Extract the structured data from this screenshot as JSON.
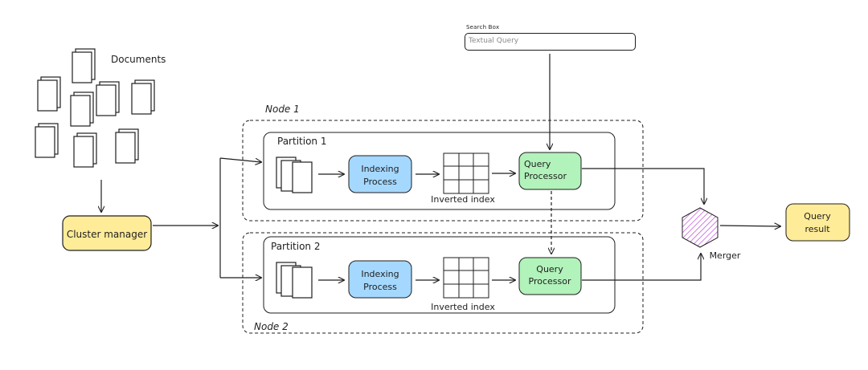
{
  "documents_label": "Documents",
  "cluster_manager_label": "Cluster manager",
  "search": {
    "label": "Search Box",
    "placeholder": "Textual Query"
  },
  "nodes": [
    {
      "label": "Node 1",
      "partition_label": "Partition 1",
      "indexing_label_line1": "Indexing",
      "indexing_label_line2": "Process",
      "inverted_index_label": "Inverted index",
      "query_processor_line1": "Query",
      "query_processor_line2": "Processor"
    },
    {
      "label": "Node 2",
      "partition_label": "Partition 2",
      "indexing_label_line1": "Indexing",
      "indexing_label_line2": "Process",
      "inverted_index_label": "Inverted index",
      "query_processor_line1": "Query",
      "query_processor_line2": "Processor"
    }
  ],
  "merger_label": "Merger",
  "query_result_line1": "Query",
  "query_result_line2": "result",
  "colors": {
    "cluster_manager": "#ffec99",
    "indexing": "#a5d8ff",
    "query_processor": "#b2f2bb",
    "merger": "#d0a8f0",
    "query_result": "#ffec99",
    "stroke": "#1e1e1e"
  }
}
